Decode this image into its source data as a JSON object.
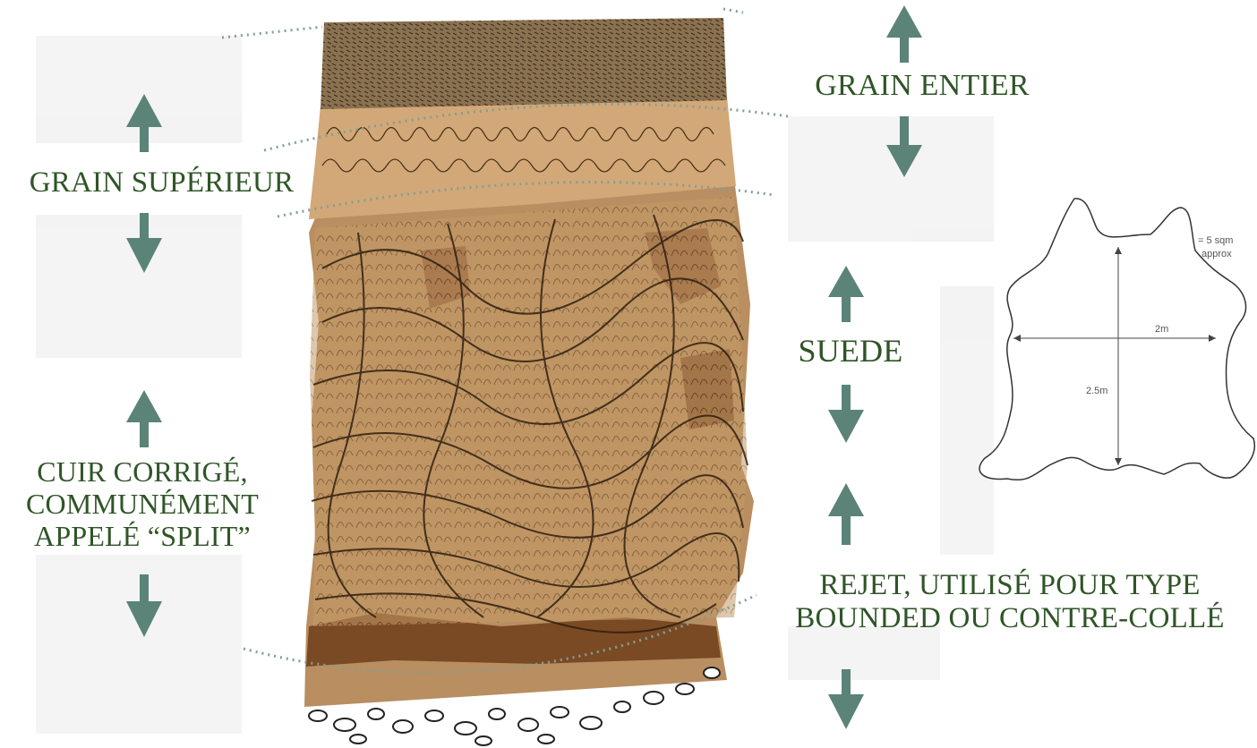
{
  "labels": {
    "grain_superieur": "GRAIN SUPÉRIEUR",
    "split_line1": "CUIR CORRIGÉ,",
    "split_line2": "COMMUNÉMENT",
    "split_line3": "APPELÉ “SPLIT”",
    "grain_entier": "GRAIN ENTIER",
    "suede": "SUEDE",
    "rejet_line1": "REJET, UTILISÉ POUR TYPE",
    "rejet_line2": "BOUNDED OU CONTRE-COLLÉ"
  },
  "hide_diagram": {
    "area_note_line1": "= 5 sqm",
    "area_note_line2": "approx",
    "width_label": "2m",
    "height_label": "2.5m"
  },
  "colors": {
    "label_text": "#2f5527",
    "arrow": "#5b8378",
    "leather_light": "#b98e60",
    "leather_dark": "#7a4a24",
    "grain_dark": "#5a4428",
    "dotted_line": "#7fa096"
  }
}
